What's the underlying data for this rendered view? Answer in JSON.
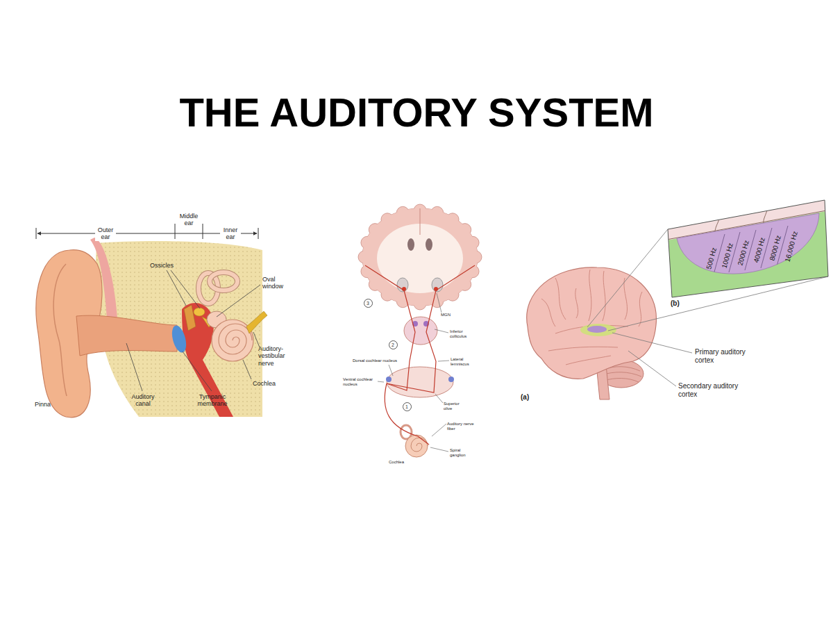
{
  "diagram": {
    "title": "THE AUDITORY SYSTEM",
    "nodes": [
      {
        "text": [
          "3"
        ]
      },
      {
        "text": [
          "2"
        ]
      },
      {
        "text": [
          "1"
        ]
      }
    ],
    "labels": [
      "Outer ear",
      "Middle ear",
      "Inner ear",
      "Ossicles",
      "Oval window",
      "Auditory-vestibular nerve",
      "Cochlea",
      "Pinna",
      "Auditory canal",
      "Tympanic membrane",
      "MGN",
      "Inferior colliculus",
      "Dorsal cochlear nucleus",
      "Lateral lemniscus",
      "Ventral cochlear nucleus",
      "Superior olive",
      "Auditory nerve fiber",
      "Cochlea",
      "Spiral ganglion",
      "500 Hz",
      "1000 Hz",
      "2000 Hz",
      "4000 Hz",
      "8000 Hz",
      "16,000 Hz",
      "(b)",
      "Primary auditory cortex",
      "Secondary auditory cortex",
      "(a)"
    ]
  }
}
